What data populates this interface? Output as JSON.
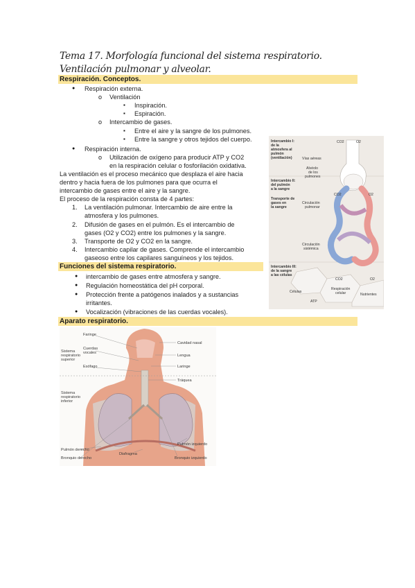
{
  "title_line1": "Tema 17. Morfología funcional del sistema respiratorio.",
  "title_line2": "Ventilación pulmonar y alveolar.",
  "section1": {
    "heading": "Respiración. Conceptos.",
    "b1": "Respiración externa.",
    "b1a": "Ventilación",
    "b1a1": "Inspiración.",
    "b1a2": "Espiración.",
    "b1b": "Intercambio de gases.",
    "b1b1": "Entre el aire y la sangre de los pulmones.",
    "b1b2": "Entre la sangre y otros tejidos del cuerpo.",
    "b2": "Respiración interna.",
    "b2a_l1": "Utilización de oxígeno para producir ATP y CO2",
    "b2a_l2": "en la respiración celular o fosforilación oxidativa.",
    "p1_l1": "La ventilación es el proceso mecánico que desplaza el aire hacia",
    "p1_l2": "dentro y hacia fuera de los pulmones para que ocurra el",
    "p1_l3": "intercambio de gases entre el aire y la sangre.",
    "p2": "El proceso de la respiración consta de 4 partes:",
    "n1_num": "1.",
    "n1_l1": "La ventilación pulmonar. Intercambio de aire entre la",
    "n1_l2": "atmosfera y los pulmones.",
    "n2_num": "2.",
    "n2_l1": "Difusión de gases en el pulmón. Es el intercambio de",
    "n2_l2": "gases (O2 y CO2) entre los pulmones y la sangre.",
    "n3_num": "3.",
    "n3_l1": "Transporte de O2 y CO2 en la sangre.",
    "n4_num": "4.",
    "n4_l1": "Intercambio capilar de gases. Comprende el intercambio",
    "n4_l2": "gaseoso entre los capilares sanguíneos y los tejidos."
  },
  "section2": {
    "heading": "Funciones del sistema respiratorio.",
    "f1": "intercambio de gases entre atmosfera y sangre.",
    "f2": "Regulación homeostática del pH corporal.",
    "f3_l1": "Protección frente a patógenos inalados y a sustancias",
    "f3_l2": "irritantes.",
    "f4": "Vocalización (vibraciones de las cuerdas vocales)."
  },
  "section3": {
    "heading": "Aparato respiratorio."
  },
  "bullets": {
    "disc": "●",
    "circle": "o",
    "square": "▪"
  },
  "diagram_resp": {
    "label1_l1": "Intercambio I:",
    "label1_l2": "de la",
    "label1_l3": "atmosfera al",
    "label1_l4": "pulmón",
    "label1_l5": "(ventilación)",
    "label2_l1": "Intercambio II:",
    "label2_l2": "del pulmón",
    "label2_l3": "a la sangre",
    "label3_l1": "Transporte de",
    "label3_l2": "gases en",
    "label3_l3": "la sangre",
    "label4_l1": "Intercambio III:",
    "label4_l2": "de la sangre",
    "label4_l3": "a las células",
    "vias": "Vías aéreas",
    "alv_l1": "Alvéolo",
    "alv_l2": "de los",
    "alv_l3": "pulmones",
    "circ_pulm_l1": "Circulación",
    "circ_pulm_l2": "pulmonar",
    "circ_sist_l1": "Circulación",
    "circ_sist_l2": "sistémica",
    "co2": "CO2",
    "o2": "O2",
    "resp_cel_l1": "Respiración",
    "resp_cel_l2": "celular",
    "celulas": "Células",
    "nutrientes": "Nutrientes",
    "atp": "ATP"
  },
  "diagram_anat": {
    "faringe": "Faringe",
    "cuerdas_l1": "Cuerdas",
    "cuerdas_l2": "vocales",
    "esofago": "Esófago",
    "sup_l1": "Sistema",
    "sup_l2": "respiratorio",
    "sup_l3": "superior",
    "inf_l1": "Sistema",
    "inf_l2": "respiratorio",
    "inf_l3": "inferior",
    "cavidad": "Cavidad nasal",
    "lengua": "Lengua",
    "laringe": "Laringe",
    "traquea": "Tráquea",
    "pulmon_der": "Pulmón derecho",
    "bronquio_der": "Bronquio derecho",
    "diafragma": "Diafragma",
    "pulmon_izq": "Pulmón izquierdo",
    "bronquio_izq": "Bronquio izquierdo"
  }
}
